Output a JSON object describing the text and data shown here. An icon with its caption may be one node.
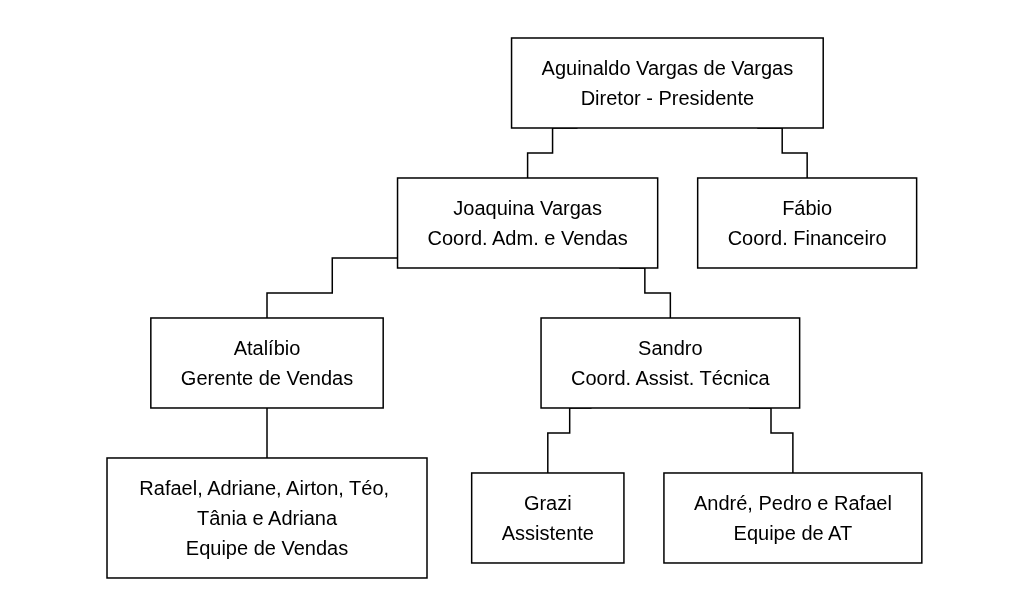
{
  "diagram": {
    "nodes": [
      {
        "text": [
          "Aguinaldo Vargas de Vargas",
          "Diretor - Presidente"
        ]
      },
      {
        "text": [
          "Joaquina Vargas",
          "Coord. Adm. e Vendas"
        ]
      },
      {
        "text": [
          "Fábio",
          "Coord. Financeiro"
        ]
      },
      {
        "text": [
          "Atalíbio",
          "Gerente de Vendas"
        ]
      },
      {
        "text": [
          "Sandro",
          "Coord. Assist. Técnica"
        ]
      },
      {
        "text": [
          "Rafael, Adriane, Airton, Téo, Tânia e Adriana",
          "Equipe de Vendas"
        ]
      },
      {
        "text": [
          "Grazi",
          "Assistente"
        ]
      },
      {
        "text": [
          "André, Pedro e Rafael",
          "Equipe de AT"
        ]
      }
    ],
    "edges": [
      {
        "from": 0,
        "to": 1,
        "arrow": "none"
      },
      {
        "from": 0,
        "to": 2,
        "arrow": "none"
      },
      {
        "from": 1,
        "to": 3,
        "arrow": "none"
      },
      {
        "from": 1,
        "to": 4,
        "arrow": "none"
      },
      {
        "from": 3,
        "to": 5,
        "arrow": "none"
      },
      {
        "from": 4,
        "to": 6,
        "arrow": "none"
      },
      {
        "from": 4,
        "to": 7,
        "arrow": "none"
      }
    ]
  }
}
